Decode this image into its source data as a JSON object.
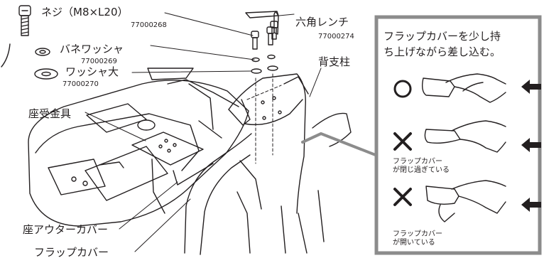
{
  "parts": {
    "screw": {
      "name": "ネジ（M8×L20）",
      "code": "77000268"
    },
    "spring_washer": {
      "name": "バネワッシャ",
      "code": "77000269"
    },
    "large_washer": {
      "name": "ワッシャ大",
      "code": "77000270"
    },
    "hex_wrench": {
      "name": "六角レンチ",
      "code": "77000274"
    }
  },
  "labels": {
    "back_pillar": "背支柱",
    "seat_bracket": "座受金具",
    "seat_outer_cover": "座アウターカバー",
    "flap_cover": "フラップカバー"
  },
  "inset": {
    "instruction_line1": "フラップカバーを少し持",
    "instruction_line2": "ち上げながら差し込む。",
    "correct_symbol": "○",
    "wrong_symbol": "✕",
    "wrong1_caption_line1": "フラップカバー",
    "wrong1_caption_line2": "が閉じ過ぎている",
    "wrong2_caption_line1": "フラップカバー",
    "wrong2_caption_line2": "が開いている"
  },
  "colors": {
    "ink": "#231f20",
    "frame": "#8c8c8c"
  }
}
